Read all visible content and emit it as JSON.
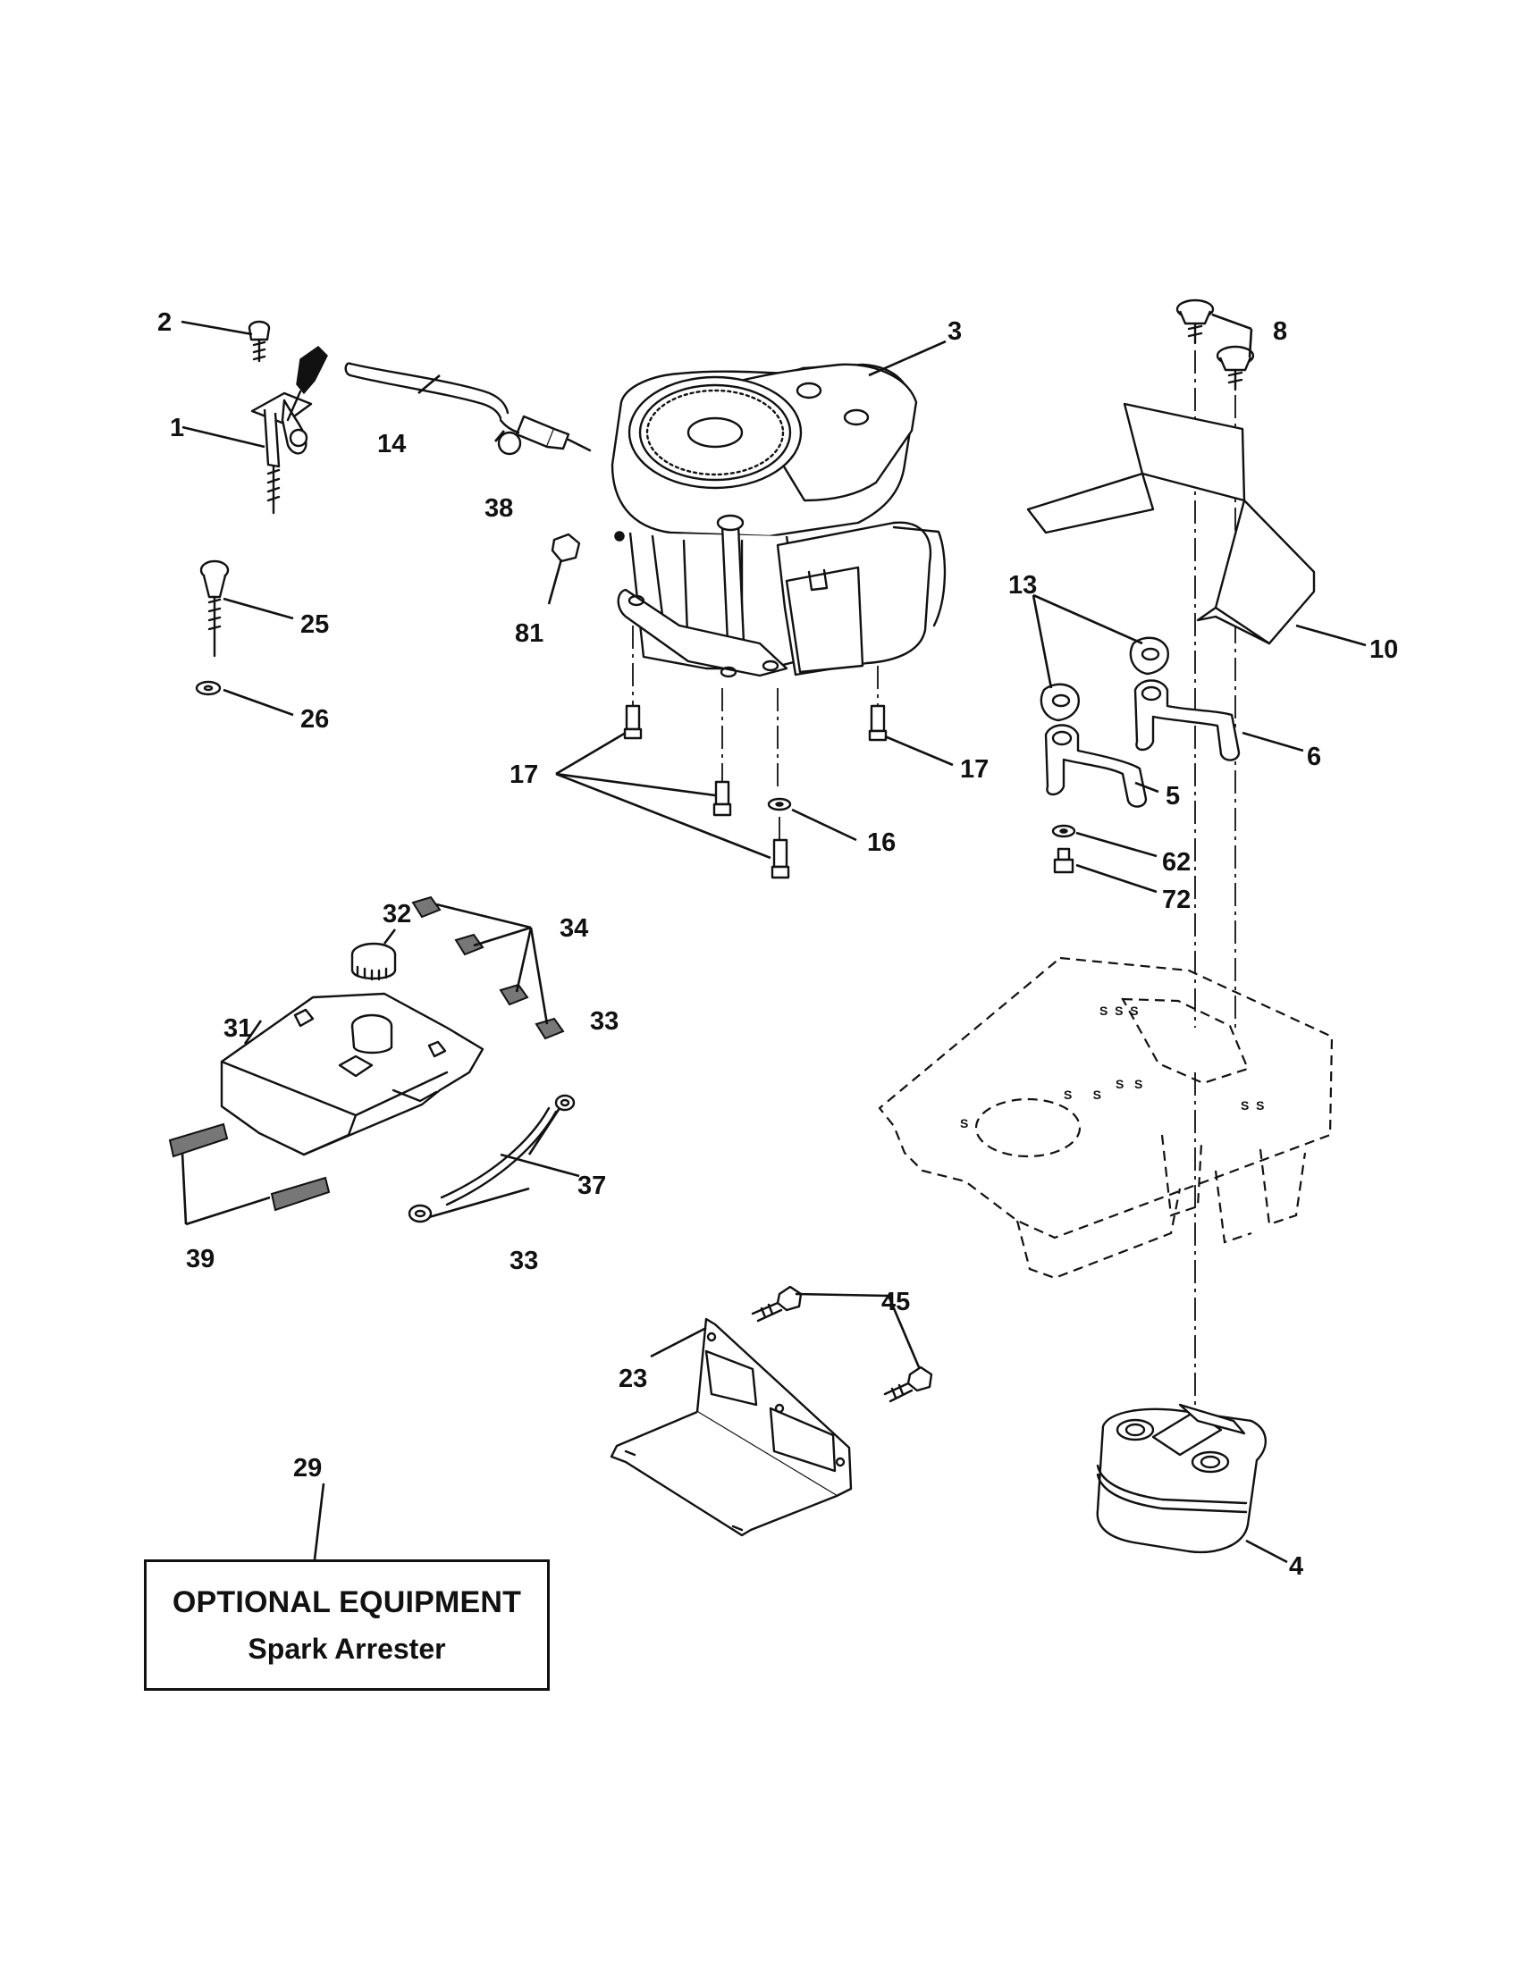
{
  "callouts": {
    "c1": "1",
    "c2": "2",
    "c3": "3",
    "c4": "4",
    "c5": "5",
    "c6": "6",
    "c8": "8",
    "c10": "10",
    "c13": "13",
    "c14": "14",
    "c16": "16",
    "c17a": "17",
    "c17b": "17",
    "c23": "23",
    "c25": "25",
    "c26": "26",
    "c29": "29",
    "c31": "31",
    "c32": "32",
    "c33a": "33",
    "c33b": "33",
    "c34": "34",
    "c37": "37",
    "c38": "38",
    "c39": "39",
    "c45": "45",
    "c62": "62",
    "c72": "72",
    "c81": "81"
  },
  "optional_box": {
    "title": "OPTIONAL EQUIPMENT",
    "subtitle": "Spark Arrester"
  }
}
